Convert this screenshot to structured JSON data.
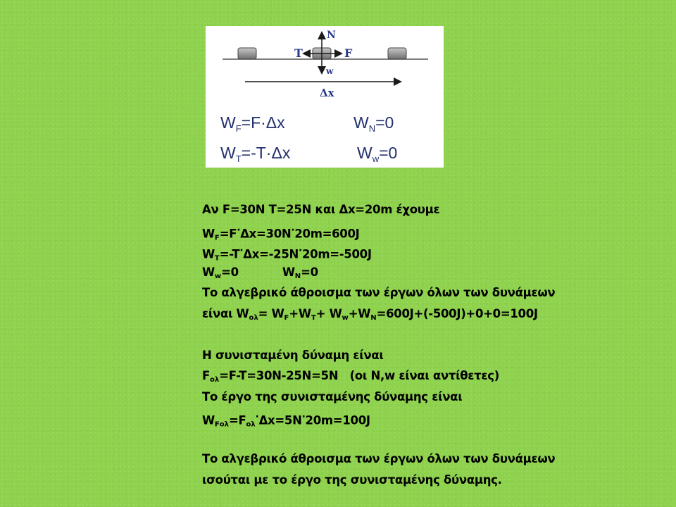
{
  "figure": {
    "labels": {
      "normal": "N",
      "tension": "T",
      "force": "F",
      "weight": "w",
      "displacement": "Δx"
    },
    "equations": {
      "wf": {
        "sym": "W",
        "sub": "F",
        "rhs": "=F·Δx"
      },
      "wn": {
        "sym": "W",
        "sub": "N",
        "rhs": "=0"
      },
      "wt": {
        "sym": "W",
        "sub": "T",
        "rhs": "=-T·Δx"
      },
      "ww": {
        "sym": "W",
        "sub": "w",
        "rhs": "=0"
      }
    }
  },
  "text": {
    "l1": "Αν F=30N T=25N και Δx=20m έχουμε",
    "l2": {
      "a": "W",
      "a_sub": "F",
      "b": "=F",
      "b_sup": "·",
      "c": "Δx=30N",
      "c_sup": "·",
      "d": "20m=600J"
    },
    "l3": {
      "a": "W",
      "a_sub": "T",
      "b": "=-T",
      "b_sup": "·",
      "c": "Δx=-25N",
      "c_sup": "·",
      "d": "20m=-500J"
    },
    "l4": {
      "a": "W",
      "a_sub": "w",
      "b": "=0",
      "c": "W",
      "c_sub": "N",
      "d": "=0"
    },
    "l5": "Το αλγεβρικό άθροισμα των έργων όλων των δυνάμεων",
    "l6": {
      "a": "είναι W",
      "a_sub": "ολ",
      "b": "= W",
      "b_sub": "F",
      "c": "+W",
      "c_sub": "T",
      "d": "+ W",
      "d_sub": "w",
      "e": "+W",
      "e_sub": "N",
      "f": "=600J+(-500J)+0+0=100J"
    },
    "l7": "Η συνισταμένη δύναμη είναι",
    "l8": {
      "a": "F",
      "a_sub": "ολ",
      "b": "=F-T=30N-25N=5N   (οι N,w είναι αντίθετες)"
    },
    "l9": "Το έργο της συνισταμένης δύναμης είναι",
    "l10": {
      "a": "W",
      "a_sub": "Fολ",
      "b": "=F",
      "b_sub": "ολ",
      "c_sup": "·",
      "c": "Δx=5N",
      "d_sup": "·",
      "d": "20m=100J"
    },
    "l11": "Το αλγεβρικό άθροισμα των έργων όλων των δυνάμεων",
    "l12": "ισούται με το έργο της συνισταμένης δύναμης."
  }
}
